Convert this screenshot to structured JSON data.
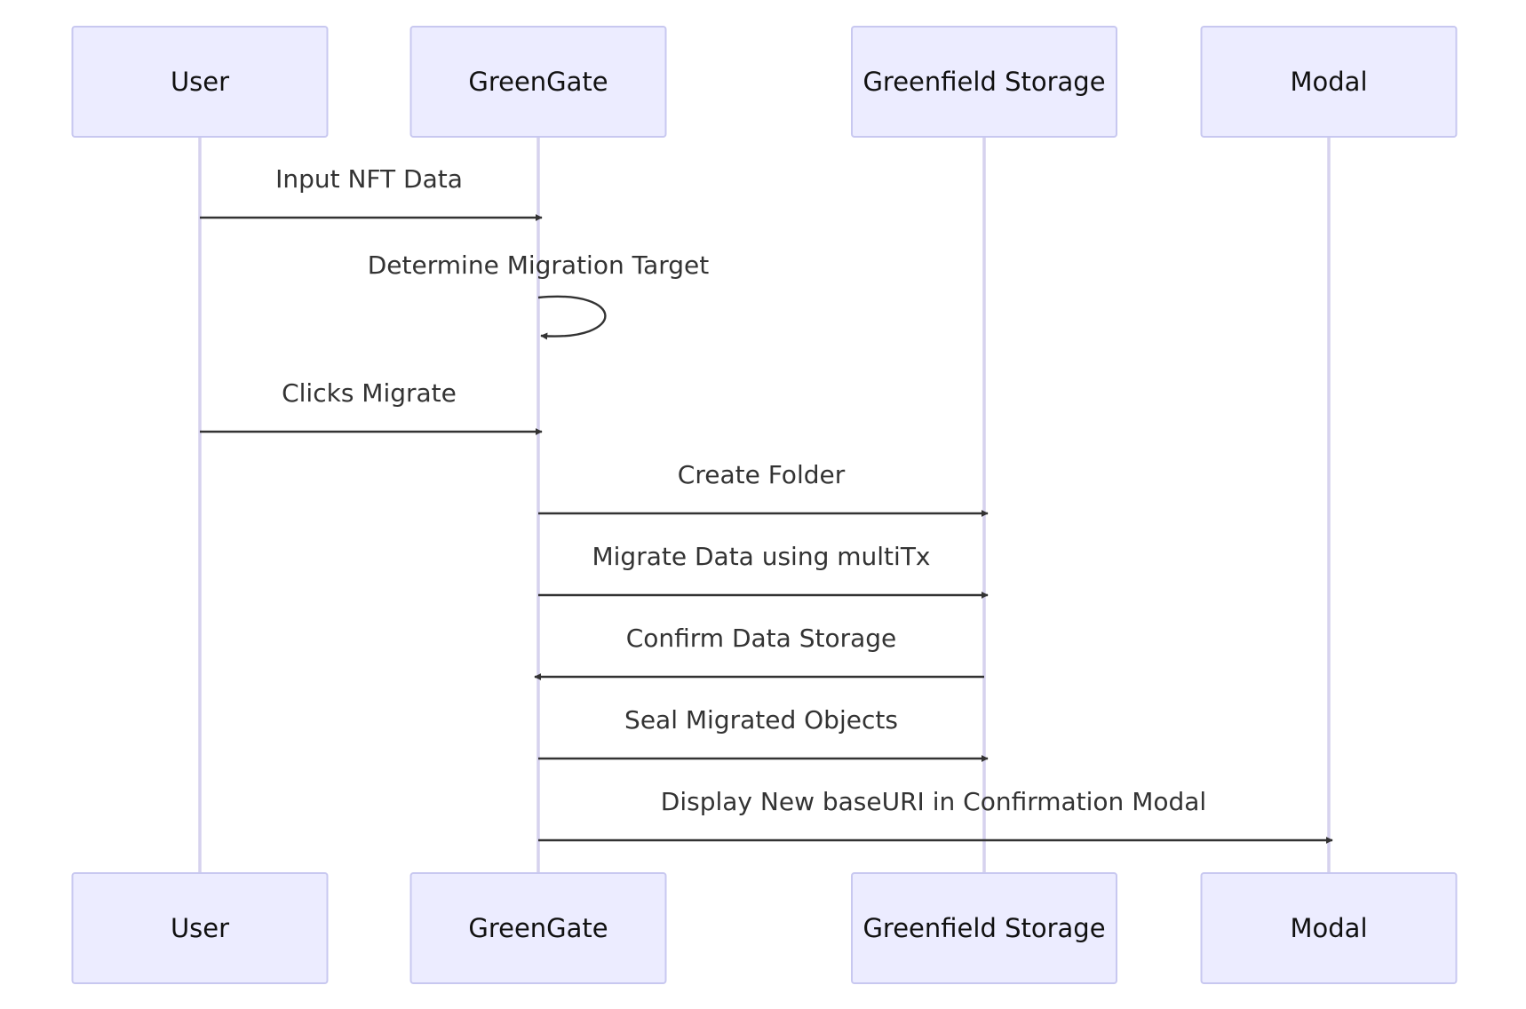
{
  "diagram": {
    "type": "sequence",
    "participants": [
      {
        "id": "user",
        "label": "User"
      },
      {
        "id": "greengate",
        "label": "GreenGate"
      },
      {
        "id": "storage",
        "label": "Greenfield Storage"
      },
      {
        "id": "modal",
        "label": "Modal"
      }
    ],
    "messages": [
      {
        "from": "user",
        "to": "greengate",
        "label": "Input NFT Data"
      },
      {
        "from": "greengate",
        "to": "greengate",
        "label": "Determine Migration Target"
      },
      {
        "from": "user",
        "to": "greengate",
        "label": "Clicks Migrate"
      },
      {
        "from": "greengate",
        "to": "storage",
        "label": "Create Folder"
      },
      {
        "from": "greengate",
        "to": "storage",
        "label": "Migrate Data using multiTx"
      },
      {
        "from": "storage",
        "to": "greengate",
        "label": "Confirm Data Storage"
      },
      {
        "from": "greengate",
        "to": "storage",
        "label": "Seal Migrated Objects"
      },
      {
        "from": "greengate",
        "to": "modal",
        "label": "Display New baseURI in Confirmation Modal"
      }
    ],
    "colors": {
      "actor_fill": "#ECECFF",
      "actor_border": "#C8C8F0",
      "lifeline": "#D6D2EE",
      "arrow": "#333333"
    }
  }
}
